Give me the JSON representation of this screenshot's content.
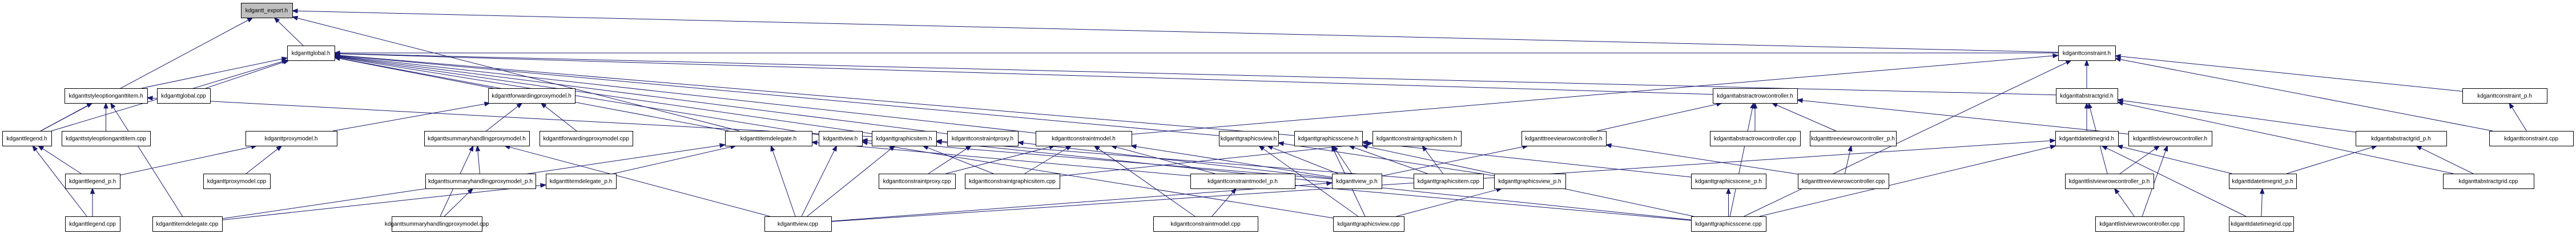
{
  "title": "kdgantt_export.h include dependency graph",
  "edge_color": "#191970",
  "root_fill": "#bfbfbf",
  "nodes": [
    {
      "id": "export_h",
      "label": "kdgantt_export.h",
      "root": true
    },
    {
      "id": "global_h",
      "label": "kdganttglobal.h"
    },
    {
      "id": "constraint_h",
      "label": "kdganttconstraint.h"
    },
    {
      "id": "styleoption_h",
      "label": "kdganttstyleoptionganttitem.h"
    },
    {
      "id": "global_cpp",
      "label": "kdganttglobal.cpp"
    },
    {
      "id": "fwdproxy_h",
      "label": "kdganttforwardingproxymodel.h"
    },
    {
      "id": "abstractrow_h",
      "label": "kdganttabstractrowcontroller.h"
    },
    {
      "id": "abstractgrid_h",
      "label": "kdganttabstractgrid.h"
    },
    {
      "id": "constraint_p_h",
      "label": "kdganttconstraint_p.h"
    },
    {
      "id": "legend_h",
      "label": "kdganttlegend.h"
    },
    {
      "id": "styleoption_cpp",
      "label": "kdganttstyleoptionganttitem.cpp"
    },
    {
      "id": "proxymodel_h",
      "label": "kdganttproxymodel.h"
    },
    {
      "id": "summary_h",
      "label": "kdganttsummaryhandlingproxymodel.h"
    },
    {
      "id": "fwdproxy_cpp",
      "label": "kdganttforwardingproxymodel.cpp"
    },
    {
      "id": "itemdelegate_h",
      "label": "kdganttitemdelegate.h"
    },
    {
      "id": "view_h",
      "label": "kdganttview.h"
    },
    {
      "id": "graphicsitem_h",
      "label": "kdganttgraphicsitem.h"
    },
    {
      "id": "constraintproxy_h",
      "label": "kdganttconstraintproxy.h"
    },
    {
      "id": "constraintmodel_h",
      "label": "kdganttconstraintmodel.h"
    },
    {
      "id": "graphicsview_h",
      "label": "kdganttgraphicsview.h"
    },
    {
      "id": "graphicsscene_h",
      "label": "kdganttgraphicsscene.h"
    },
    {
      "id": "constraintgi_h",
      "label": "kdganttconstraintgraphicsitem.h"
    },
    {
      "id": "treerow_h",
      "label": "kdgantttreeviewrowcontroller.h"
    },
    {
      "id": "abstractrow_cpp",
      "label": "kdganttabstractrowcontroller.cpp"
    },
    {
      "id": "treerow_p_h",
      "label": "kdgantttreeviewrowcontroller_p.h"
    },
    {
      "id": "datetimegrid_h",
      "label": "kdganttdatetimegrid.h"
    },
    {
      "id": "listrow_h",
      "label": "kdganttlistviewrowcontroller.h"
    },
    {
      "id": "abstractgrid_p_h",
      "label": "kdganttabstractgrid_p.h"
    },
    {
      "id": "constraint_cpp",
      "label": "kdganttconstraint.cpp"
    },
    {
      "id": "legend_p_h",
      "label": "kdganttlegend_p.h"
    },
    {
      "id": "proxymodel_cpp",
      "label": "kdganttproxymodel.cpp"
    },
    {
      "id": "summary_p_h",
      "label": "kdganttsummaryhandlingproxymodel_p.h"
    },
    {
      "id": "itemdelegate_p_h",
      "label": "kdganttitemdelegate_p.h"
    },
    {
      "id": "constraintproxy_cpp",
      "label": "kdganttconstraintproxy.cpp"
    },
    {
      "id": "constraintgi_cpp",
      "label": "kdganttconstraintgraphicsitem.cpp"
    },
    {
      "id": "constraintmodel_p_h",
      "label": "kdganttconstraintmodel_p.h"
    },
    {
      "id": "view_p_h",
      "label": "kdganttview_p.h"
    },
    {
      "id": "graphicsitem_cpp",
      "label": "kdganttgraphicsitem.cpp"
    },
    {
      "id": "graphicsview_p_h",
      "label": "kdganttgraphicsview_p.h"
    },
    {
      "id": "graphicsscene_p_h",
      "label": "kdganttgraphicsscene_p.h"
    },
    {
      "id": "treerow_cpp",
      "label": "kdgantttreeviewrowcontroller.cpp"
    },
    {
      "id": "listrow_p_h",
      "label": "kdganttlistviewrowcontroller_p.h"
    },
    {
      "id": "datetimegrid_p_h",
      "label": "kdganttdatetimegrid_p.h"
    },
    {
      "id": "abstractgrid_cpp",
      "label": "kdganttabstractgrid.cpp"
    },
    {
      "id": "legend_cpp",
      "label": "kdganttlegend.cpp"
    },
    {
      "id": "itemdelegate_cpp",
      "label": "kdganttitemdelegate.cpp"
    },
    {
      "id": "summary_cpp",
      "label": "kdganttsummaryhandlingproxymodel.cpp"
    },
    {
      "id": "view_cpp",
      "label": "kdganttview.cpp"
    },
    {
      "id": "constraintmodel_cpp",
      "label": "kdganttconstraintmodel.cpp"
    },
    {
      "id": "graphicsview_cpp",
      "label": "kdganttgraphicsview.cpp"
    },
    {
      "id": "graphicsscene_cpp",
      "label": "kdganttgraphicsscene.cpp"
    },
    {
      "id": "listrow_cpp",
      "label": "kdganttlistviewrowcontroller.cpp"
    },
    {
      "id": "datetimegrid_cpp",
      "label": "kdganttdatetimegrid.cpp"
    }
  ],
  "edges": [
    [
      "global_h",
      "export_h"
    ],
    [
      "constraint_h",
      "export_h"
    ],
    [
      "itemdelegate_h",
      "export_h"
    ],
    [
      "legend_h",
      "export_h"
    ],
    [
      "styleoption_h",
      "global_h"
    ],
    [
      "global_cpp",
      "global_h"
    ],
    [
      "fwdproxy_h",
      "global_h"
    ],
    [
      "legend_h",
      "global_h"
    ],
    [
      "itemdelegate_h",
      "global_h"
    ],
    [
      "view_h",
      "global_h"
    ],
    [
      "graphicsitem_h",
      "global_h"
    ],
    [
      "constraintproxy_h",
      "global_h"
    ],
    [
      "constraintmodel_h",
      "global_h"
    ],
    [
      "graphicsview_h",
      "global_h"
    ],
    [
      "graphicsscene_h",
      "global_h"
    ],
    [
      "abstractrow_h",
      "global_h"
    ],
    [
      "abstractgrid_h",
      "global_h"
    ],
    [
      "constraint_h",
      "global_h"
    ],
    [
      "abstractgrid_h",
      "constraint_h"
    ],
    [
      "constraint_p_h",
      "constraint_h"
    ],
    [
      "constraint_cpp",
      "constraint_h"
    ],
    [
      "constraintmodel_h",
      "constraint_h"
    ],
    [
      "graphicsscene_cpp",
      "constraint_h"
    ],
    [
      "legend_h",
      "styleoption_h"
    ],
    [
      "styleoption_cpp",
      "styleoption_h"
    ],
    [
      "itemdelegate_cpp",
      "styleoption_h"
    ],
    [
      "graphicsitem_h",
      "styleoption_h"
    ],
    [
      "summary_h",
      "fwdproxy_h"
    ],
    [
      "fwdproxy_cpp",
      "fwdproxy_h"
    ],
    [
      "proxymodel_h",
      "fwdproxy_h"
    ],
    [
      "treerow_h",
      "abstractrow_h"
    ],
    [
      "abstractrow_cpp",
      "abstractrow_h"
    ],
    [
      "treerow_p_h",
      "abstractrow_h"
    ],
    [
      "listrow_h",
      "abstractrow_h"
    ],
    [
      "graphicsscene_cpp",
      "abstractrow_h"
    ],
    [
      "datetimegrid_h",
      "abstractgrid_h"
    ],
    [
      "abstractgrid_p_h",
      "abstractgrid_h"
    ],
    [
      "abstractgrid_cpp",
      "abstractgrid_h"
    ],
    [
      "listrow_p_h",
      "abstractgrid_h"
    ],
    [
      "constraint_cpp",
      "constraint_p_h"
    ],
    [
      "legend_p_h",
      "legend_h"
    ],
    [
      "legend_cpp",
      "legend_h"
    ],
    [
      "legend_p_h",
      "proxymodel_h"
    ],
    [
      "proxymodel_cpp",
      "proxymodel_h"
    ],
    [
      "summary_p_h",
      "summary_h"
    ],
    [
      "summary_cpp",
      "summary_h"
    ],
    [
      "view_cpp",
      "summary_h"
    ],
    [
      "itemdelegate_p_h",
      "itemdelegate_h"
    ],
    [
      "itemdelegate_cpp",
      "itemdelegate_h"
    ],
    [
      "view_cpp",
      "itemdelegate_h"
    ],
    [
      "graphicsscene_cpp",
      "itemdelegate_h"
    ],
    [
      "view_p_h",
      "view_h"
    ],
    [
      "view_cpp",
      "view_h"
    ],
    [
      "graphicsview_cpp",
      "view_h"
    ],
    [
      "graphicsitem_cpp",
      "graphicsitem_h"
    ],
    [
      "view_cpp",
      "graphicsitem_h"
    ],
    [
      "graphicsscene_cpp",
      "graphicsitem_h"
    ],
    [
      "constraintgi_cpp",
      "graphicsitem_h"
    ],
    [
      "constraintproxy_cpp",
      "constraintproxy_h"
    ],
    [
      "view_p_h",
      "constraintproxy_h"
    ],
    [
      "constraintmodel_p_h",
      "constraintmodel_h"
    ],
    [
      "constraintmodel_cpp",
      "constraintmodel_h"
    ],
    [
      "constraintproxy_cpp",
      "constraintmodel_h"
    ],
    [
      "constraintgi_cpp",
      "constraintmodel_h"
    ],
    [
      "view_p_h",
      "constraintmodel_h"
    ],
    [
      "graphicsview_p_h",
      "graphicsview_h"
    ],
    [
      "graphicsview_cpp",
      "graphicsview_h"
    ],
    [
      "view_p_h",
      "graphicsview_h"
    ],
    [
      "view_p_h",
      "graphicsscene_h"
    ],
    [
      "graphicsscene_p_h",
      "graphicsscene_h"
    ],
    [
      "graphicsitem_cpp",
      "graphicsscene_h"
    ],
    [
      "graphicsscene_cpp",
      "graphicsscene_h"
    ],
    [
      "graphicsview_cpp",
      "graphicsscene_h"
    ],
    [
      "graphicsitem_cpp",
      "constraintgi_h"
    ],
    [
      "constraintgi_cpp",
      "constraintgi_h"
    ],
    [
      "treerow_cpp",
      "treerow_h"
    ],
    [
      "view_p_h",
      "treerow_h"
    ],
    [
      "treerow_cpp",
      "treerow_p_h"
    ],
    [
      "datetimegrid_p_h",
      "datetimegrid_h"
    ],
    [
      "datetimegrid_cpp",
      "datetimegrid_h"
    ],
    [
      "view_cpp",
      "datetimegrid_h"
    ],
    [
      "graphicsscene_cpp",
      "datetimegrid_h"
    ],
    [
      "listrow_p_h",
      "listrow_h"
    ],
    [
      "listrow_cpp",
      "listrow_h"
    ],
    [
      "datetimegrid_p_h",
      "abstractgrid_p_h"
    ],
    [
      "abstractgrid_cpp",
      "abstractgrid_p_h"
    ],
    [
      "legend_cpp",
      "legend_p_h"
    ],
    [
      "summary_cpp",
      "summary_p_h"
    ],
    [
      "itemdelegate_cpp",
      "itemdelegate_p_h"
    ],
    [
      "constraintmodel_cpp",
      "constraintmodel_p_h"
    ],
    [
      "view_cpp",
      "view_p_h"
    ],
    [
      "graphicsview_cpp",
      "graphicsview_p_h"
    ],
    [
      "graphicsscene_cpp",
      "graphicsscene_p_h"
    ],
    [
      "listrow_cpp",
      "listrow_p_h"
    ],
    [
      "datetimegrid_cpp",
      "datetimegrid_p_h"
    ]
  ]
}
